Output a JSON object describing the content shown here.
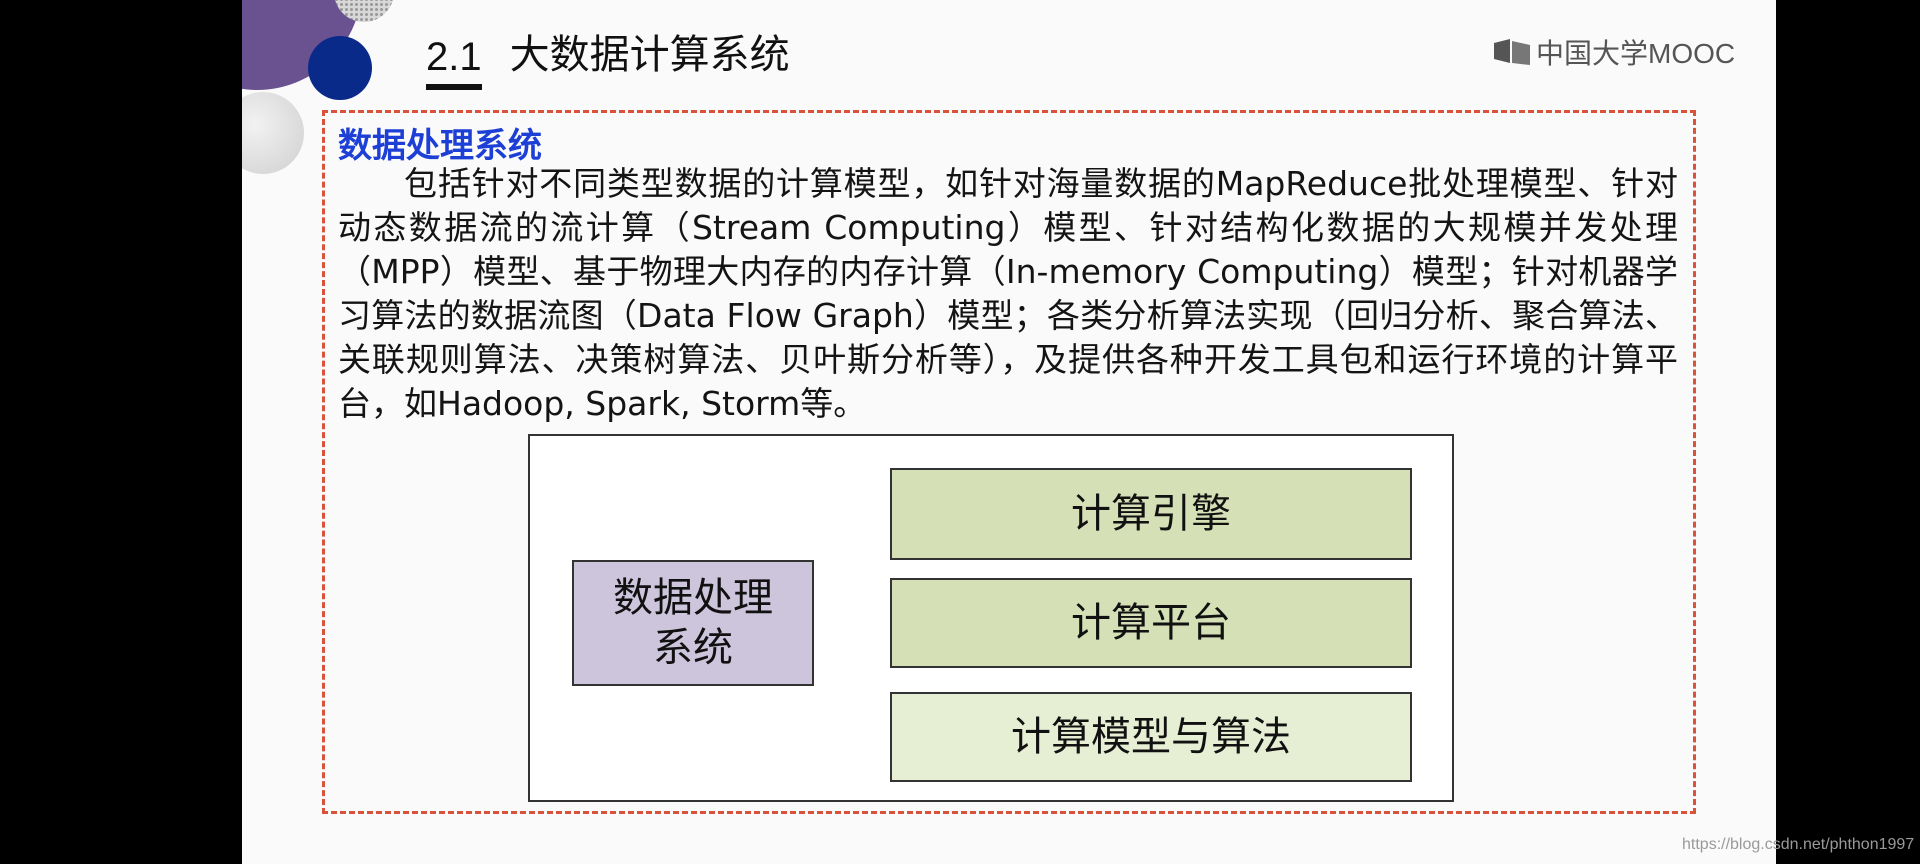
{
  "slide": {
    "section_number": "2.1",
    "title": "大数据计算系统",
    "logo_text": "中国大学MOOC",
    "heading": "数据处理系统",
    "paragraph": "包括针对不同类型数据的计算模型，如针对海量数据的MapReduce批处理模型、针对动态数据流的流计算（Stream Computing）模型、针对结构化数据的大规模并发处理（MPP）模型、基于物理大内存的内存计算（In-memory Computing）模型；针对机器学习算法的数据流图（Data Flow Graph）模型；各类分析算法实现（回归分析、聚合算法、关联规则算法、决策树算法、贝叶斯分析等），及提供各种开发工具包和运行环境的计算平台，如Hadoop, Spark, Storm等。"
  },
  "diagram": {
    "system_label": "数据处理\n系统",
    "engine_label": "计算引擎",
    "platform_label": "计算平台",
    "model_label": "计算模型与算法"
  },
  "watermark": "https://blog.csdn.net/phthon1997",
  "colors": {
    "heading": "#1d3fd6",
    "dashed_border": "#d9533a",
    "system_box": "#cdc5dc",
    "engine_box": "#d6e0b6",
    "model_box": "#e6eed3"
  },
  "icons": {
    "logo": "mooc-book-icon"
  }
}
